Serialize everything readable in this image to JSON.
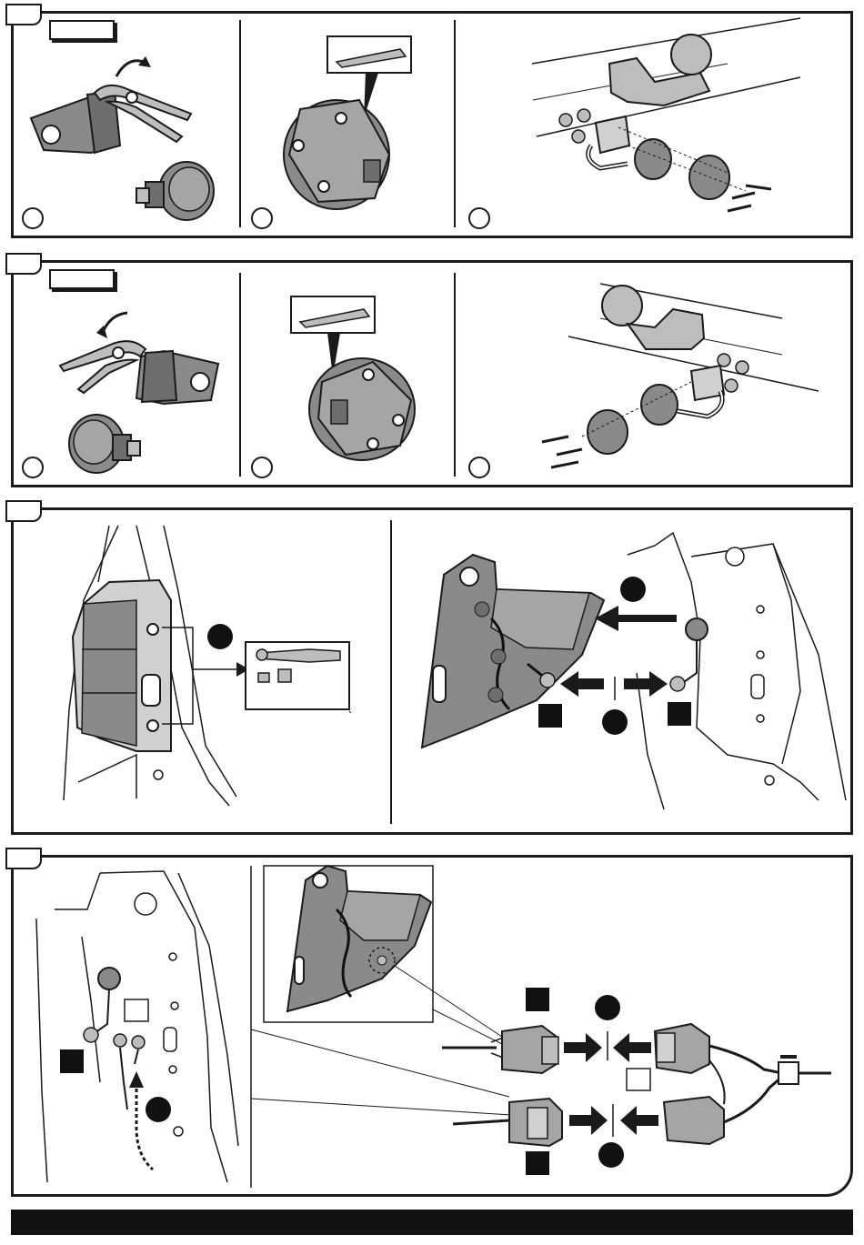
{
  "page": {
    "panels": [
      {
        "id": "panel-1",
        "steps": 3
      },
      {
        "id": "panel-2",
        "steps": 3
      },
      {
        "id": "panel-3",
        "steps": 2
      },
      {
        "id": "panel-4",
        "steps": 3
      }
    ]
  },
  "icons": {
    "pliers": "pliers-icon",
    "knife": "utility-knife-icon",
    "ratchet": "socket-wrench-icon",
    "towbar": "towbar-icon",
    "socket": "electrical-socket-icon",
    "taillight": "tail-light-icon",
    "connector": "wire-connector-icon",
    "arrow": "arrow-icon"
  },
  "colors": {
    "line": "#1a1a1a",
    "fill_dark": "#555555",
    "fill_mid": "#8a8a8a",
    "fill_light": "#bdbdbd",
    "body": "#ffffff"
  }
}
